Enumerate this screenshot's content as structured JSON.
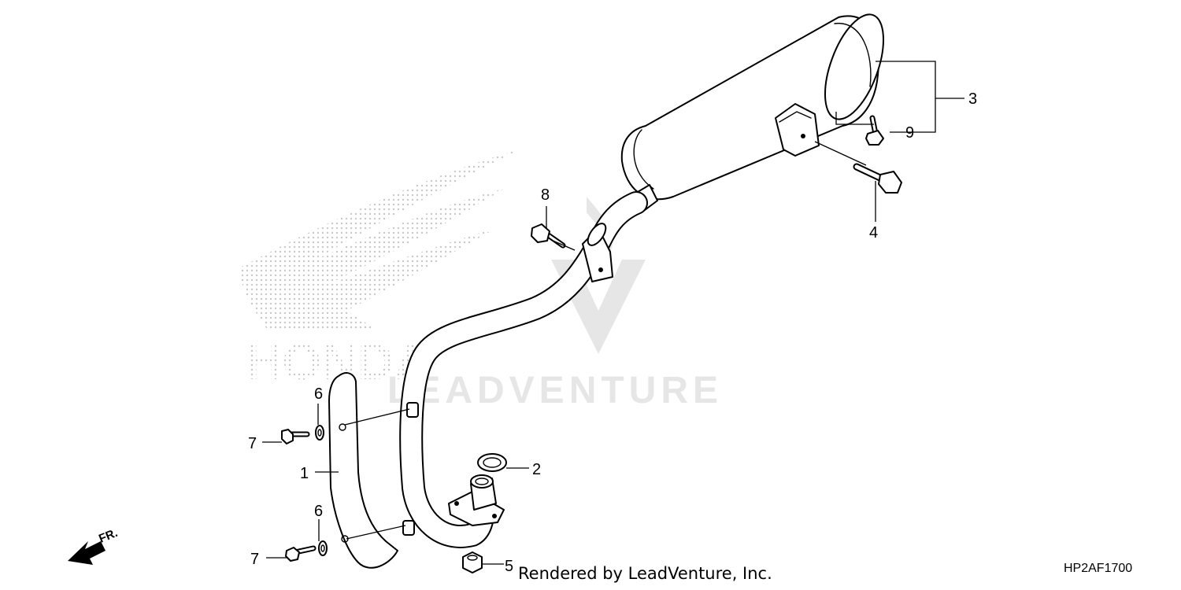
{
  "callouts": {
    "c1": "1",
    "c2": "2",
    "c3": "3",
    "c4": "4",
    "c5": "5",
    "c6a": "6",
    "c6b": "6",
    "c7a": "7",
    "c7b": "7",
    "c8": "8",
    "c9": "9"
  },
  "direction_label": "FR.",
  "credit_text": "Rendered by LeadVenture, Inc.",
  "diagram_code": "HP2AF1700",
  "watermark_logo": "HONDA",
  "watermark_brand": "LEADVENTURE",
  "colors": {
    "line": "#000000",
    "watermark": "#e6e6e6",
    "logo_dots": "#c8c8c8"
  }
}
